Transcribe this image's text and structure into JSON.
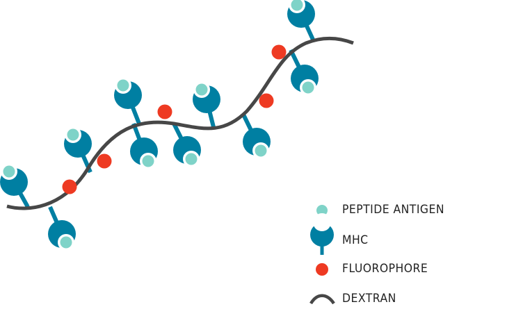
{
  "colors": {
    "peptide": "#7fd3c8",
    "mhc": "#007fa2",
    "fluorophore": "#ee3a22",
    "dextran": "#474747"
  },
  "legend": [
    {
      "icon": "peptide-antigen-icon",
      "label": "PEPTIDE ANTIGEN"
    },
    {
      "icon": "mhc-icon",
      "label": "MHC"
    },
    {
      "icon": "fluorophore-icon",
      "label": "FLUOROPHORE"
    },
    {
      "icon": "dextran-icon",
      "label": "DEXTRAN"
    }
  ]
}
